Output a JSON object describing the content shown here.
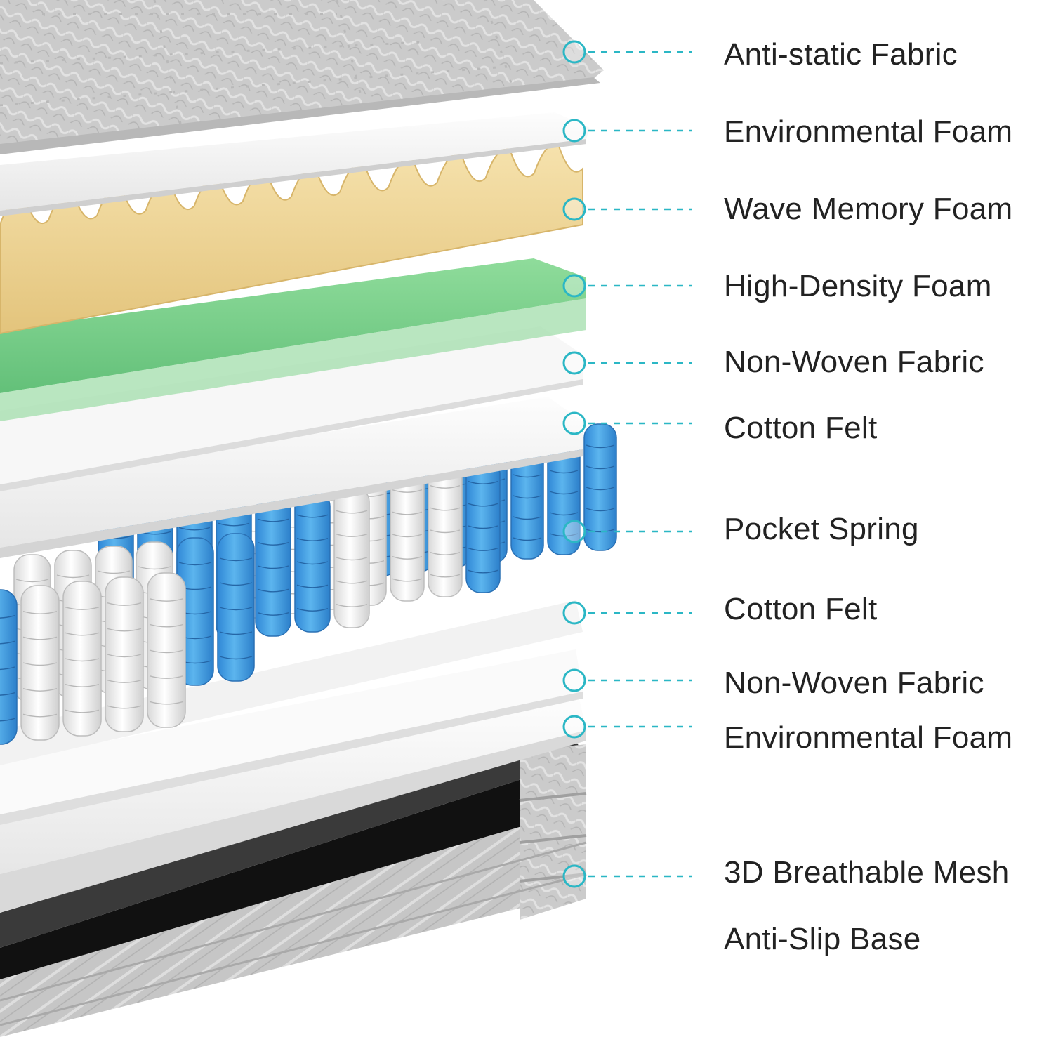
{
  "diagram": {
    "accent_color": "#2bb7c5",
    "label_color": "#222222",
    "layers": [
      {
        "id": "anti-static-fabric",
        "label": "Anti-static Fabric",
        "material": "quilted-knit",
        "color": "#c9c9c9"
      },
      {
        "id": "environmental-foam-top",
        "label": "Environmental Foam",
        "material": "white-sheet",
        "color": "#f2f2f2"
      },
      {
        "id": "wave-memory-foam",
        "label": "Wave Memory Foam",
        "material": "egg-crate-foam",
        "color": "#f0d79a"
      },
      {
        "id": "high-density-foam",
        "label": "High-Density Foam",
        "material": "green-foam",
        "color": "#7fcf8c"
      },
      {
        "id": "non-woven-fabric-top",
        "label": "Non-Woven Fabric",
        "material": "white-sheet",
        "color": "#f6f6f6"
      },
      {
        "id": "cotton-felt-top",
        "label": "Cotton Felt",
        "material": "white-sheet",
        "color": "#f4f4f4"
      },
      {
        "id": "pocket-spring",
        "label": "Pocket Spring",
        "material": "coil-pockets",
        "color": "#3f9ee0"
      },
      {
        "id": "cotton-felt-bottom",
        "label": "Cotton Felt",
        "material": "white-sheet",
        "color": "#f4f4f4"
      },
      {
        "id": "non-woven-fabric-bottom",
        "label": "Non-Woven Fabric",
        "material": "white-sheet",
        "color": "#f6f6f6"
      },
      {
        "id": "environmental-foam-bottom",
        "label": "Environmental Foam",
        "material": "white-sheet",
        "color": "#f2f2f2"
      },
      {
        "id": "3d-breathable-mesh",
        "label": "3D Breathable Mesh",
        "material": "knit-border",
        "color": "#c4c4c4"
      },
      {
        "id": "anti-slip-base",
        "label": "Anti-Slip Base",
        "material": "knit-base",
        "color": "#bdbdbd"
      }
    ]
  }
}
